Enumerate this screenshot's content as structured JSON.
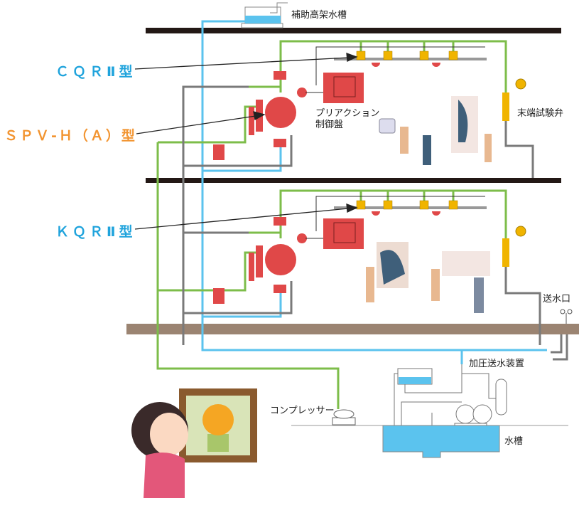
{
  "labels": {
    "aux_tank": "補助高架水槽",
    "cqr": "ＣＱＲⅡ型",
    "spv": "ＳＰＶ-Ｈ（Ａ）型",
    "kqr": "ＫＱＲⅡ型",
    "preaction_line1": "プリアクション",
    "preaction_line2": "制御盤",
    "end_test_valve": "末端試験弁",
    "fire_dept_inlet": "送水口",
    "pressure_pump": "加圧送水装置",
    "compressor": "コンプレッサー",
    "water_tank": "水槽"
  },
  "colors": {
    "blue_label": "#1fa3dc",
    "orange_label": "#f29430",
    "water_pipe": "#5bc3ee",
    "air_pipe": "#7dbd4a",
    "drain_pipe": "#7a7a7a",
    "valve": "#e04848",
    "floor": "#9b8472"
  }
}
